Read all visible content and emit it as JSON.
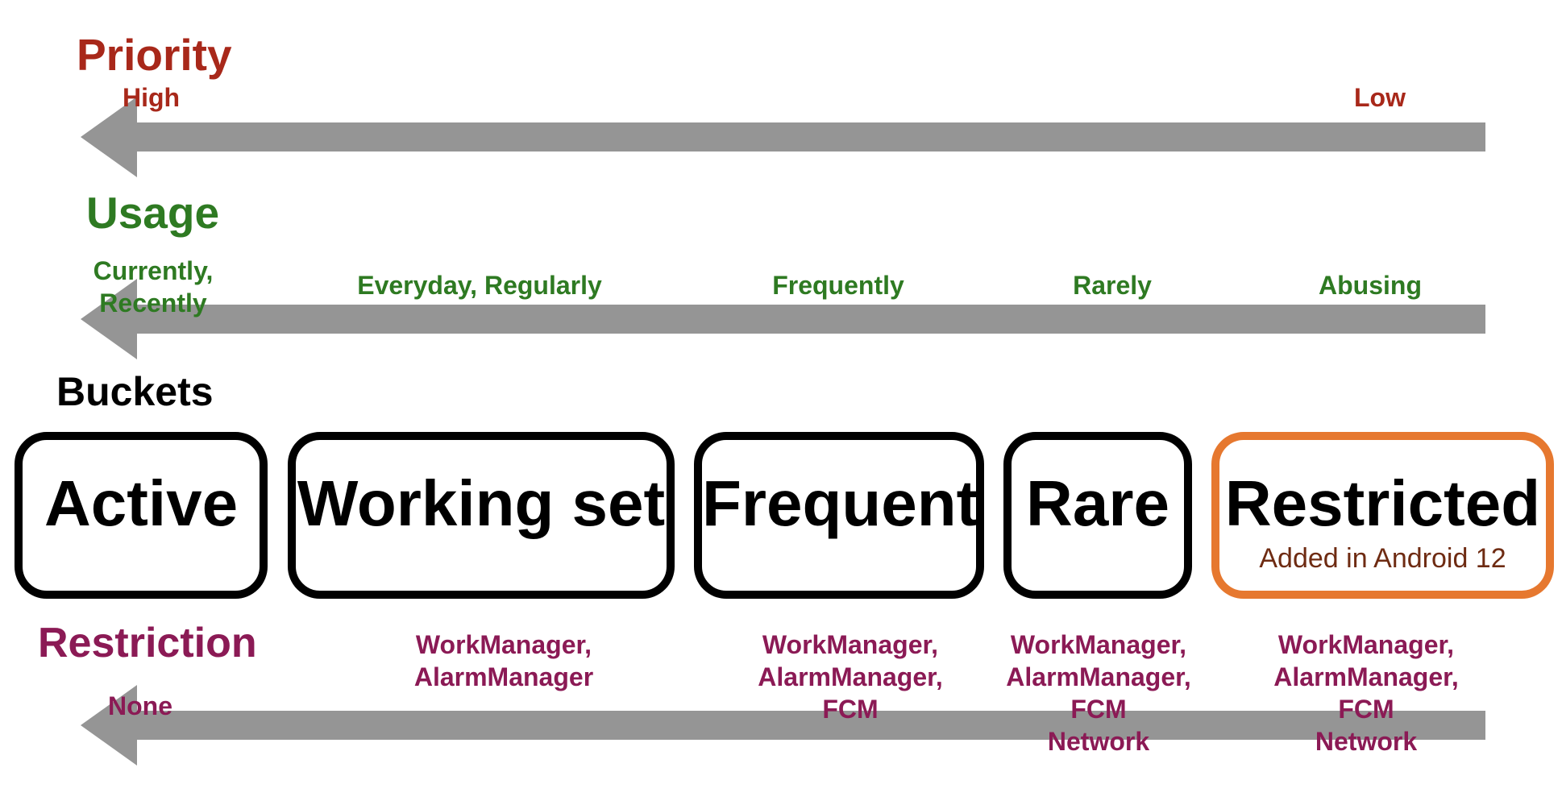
{
  "priority": {
    "title": "Priority",
    "high": "High",
    "low": "Low"
  },
  "usage": {
    "title": "Usage",
    "levels": [
      "Currently,\nRecently",
      "Everyday, Regularly",
      "Frequently",
      "Rarely",
      "Abusing"
    ]
  },
  "buckets": {
    "title": "Buckets",
    "items": [
      {
        "label": "Active",
        "note": ""
      },
      {
        "label": "Working set",
        "note": ""
      },
      {
        "label": "Frequent",
        "note": ""
      },
      {
        "label": "Rare",
        "note": ""
      },
      {
        "label": "Restricted",
        "note": "Added in Android 12"
      }
    ]
  },
  "restriction": {
    "title": "Restriction",
    "none": "None",
    "levels": [
      "WorkManager,\nAlarmManager",
      "WorkManager,\nAlarmManager,\nFCM",
      "WorkManager,\nAlarmManager,\nFCM\nNetwork",
      "WorkManager,\nAlarmManager,\nFCM\nNetwork"
    ]
  },
  "colors": {
    "priority": "#a8281a",
    "usage": "#2e7a22",
    "restriction": "#8b1a55",
    "arrow": "#959595",
    "restricted_border": "#e6782f"
  }
}
